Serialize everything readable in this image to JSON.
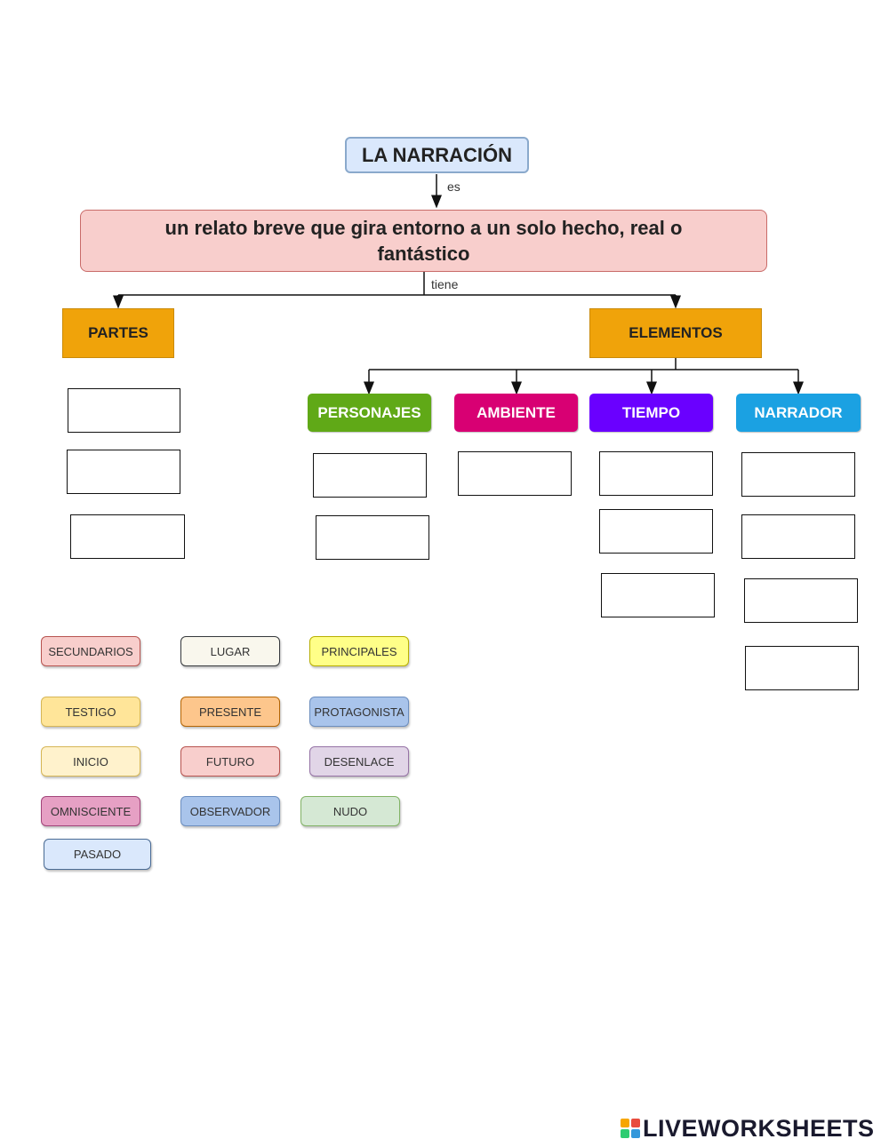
{
  "title": "LA NARRACIÓN",
  "link_es": "es",
  "definition": "un relato breve que gira entorno a un solo hecho, real o fantástico",
  "link_tiene": "tiene",
  "branches": {
    "partes": "PARTES",
    "elementos": "ELEMENTOS"
  },
  "elements": {
    "personajes": {
      "label": "PERSONAJES",
      "color": "#60a917"
    },
    "ambiente": {
      "label": "AMBIENTE",
      "color": "#d80073"
    },
    "tiempo": {
      "label": "TIEMPO",
      "color": "#6a00ff"
    },
    "narrador": {
      "label": "NARRADOR",
      "color": "#1ba1e2"
    }
  },
  "options": [
    {
      "label": "SECUNDARIOS",
      "color": "#f8cecc"
    },
    {
      "label": "LUGAR",
      "color": "#f9f7ed"
    },
    {
      "label": "PRINCIPALES",
      "color": "#ffff88"
    },
    {
      "label": "TESTIGO",
      "color": "#ffe599"
    },
    {
      "label": "PRESENTE",
      "color": "#fdc68c"
    },
    {
      "label": "PROTAGONISTA",
      "color": "#a9c4eb"
    },
    {
      "label": "INICIO",
      "color": "#fff2cc"
    },
    {
      "label": "FUTURO",
      "color": "#f8cecc"
    },
    {
      "label": "DESENLACE",
      "color": "#e1d5e7"
    },
    {
      "label": "OMNISCIENTE",
      "color": "#e6a0c4"
    },
    {
      "label": "OBSERVADOR",
      "color": "#a9c4eb"
    },
    {
      "label": "NUDO",
      "color": "#d5e8d4"
    },
    {
      "label": "PASADO",
      "color": "#dae8fc"
    }
  ],
  "footer_logo": "LIVEWORKSHEETS"
}
